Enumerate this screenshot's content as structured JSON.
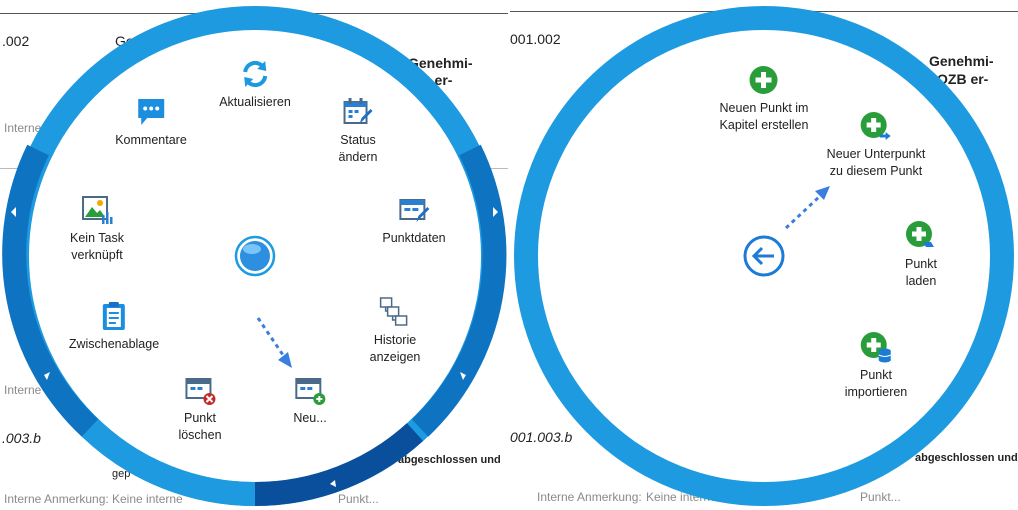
{
  "left_background": {
    "number": ".002",
    "g": "Ge",
    "genehmi": "Genehmi-",
    "ozb": "ZB er-",
    "interne": "Interne",
    "interne2": "Interne",
    "item_003b": ".003.b",
    "abgeschlossen": "abgeschlossen und",
    "gep": "gep",
    "bottom_note_label": "Interne Anmerkung:",
    "bottom_note_value": "Keine interne",
    "bottom_punkt": "Punkt..."
  },
  "left_menu": {
    "items": [
      {
        "label": "Aktualisieren",
        "icon": "refresh-icon"
      },
      {
        "label": "Status\nändern",
        "icon": "calendar-edit-icon"
      },
      {
        "label": "Punktdaten",
        "icon": "card-edit-icon"
      },
      {
        "label": "Historie\nanzeigen",
        "icon": "history-icon"
      },
      {
        "label": "Neu...",
        "icon": "table-add-icon"
      },
      {
        "label": "Punkt\nlöschen",
        "icon": "table-delete-icon"
      },
      {
        "label": "Zwischenablage",
        "icon": "clipboard-icon"
      },
      {
        "label": "Kein Task\nverknüpft",
        "icon": "image-chart-icon"
      },
      {
        "label": "Kommentare",
        "icon": "comment-icon"
      }
    ]
  },
  "right_background": {
    "number": "001.002",
    "genehmi": "Genehmi-",
    "ozb": "OZB er-",
    "item_003b": "001.003.b",
    "abgeschlossen": "abgeschlossen und",
    "bottom_note_label": "Interne Anmerkung:",
    "bottom_note_value": "Keine interne",
    "bottom_punkt": "Punkt..."
  },
  "right_menu": {
    "items": [
      {
        "label": "Neuen Punkt im\nKapitel erstellen",
        "icon": "plus-circle-icon"
      },
      {
        "label": "Neuer Unterpunkt\nzu diesem Punkt",
        "icon": "plus-sub-icon"
      },
      {
        "label": "Punkt\nladen",
        "icon": "plus-load-icon"
      },
      {
        "label": "Punkt\nimportieren",
        "icon": "plus-database-icon"
      }
    ]
  },
  "colors": {
    "ring_blue": "#1e9ae0",
    "ring_dark": "#0e74c2",
    "ring_darker": "#0a4f9c",
    "green": "#2a9d3b",
    "icon_blue": "#1c7bd4"
  }
}
